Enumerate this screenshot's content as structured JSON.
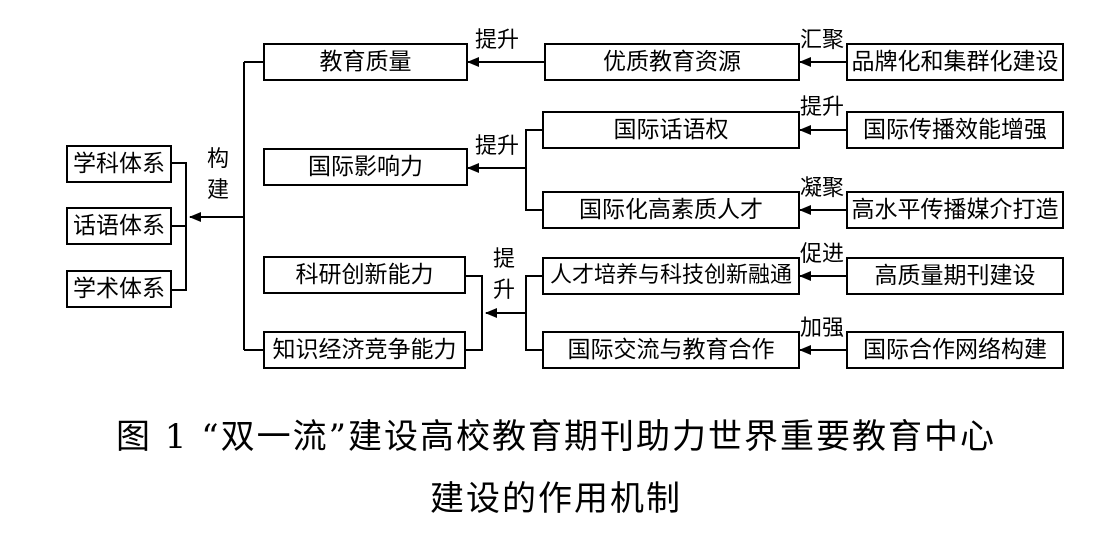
{
  "left": {
    "items": [
      "学科体系",
      "话语体系",
      "学术体系"
    ],
    "connector": [
      "构",
      "建"
    ]
  },
  "mid": {
    "education_quality": "教育质量",
    "intl_influence": "国际影响力",
    "research_innovation": "科研创新能力",
    "knowledge_economy": "知识经济竞争能力"
  },
  "right": {
    "quality_resources": "优质教育资源",
    "discourse_power": "国际话语权",
    "talent": "国际化高素质人才",
    "talent_integration": "人才培养与科技创新融通",
    "exchange_cooperation": "国际交流与教育合作"
  },
  "far": {
    "brand": "品牌化和集群化建设",
    "communication": "国际传播效能增强",
    "media": "高水平传播媒介打造",
    "journal": "高质量期刊建设",
    "network": "国际合作网络构建"
  },
  "labels": {
    "tisheng_1": "提升",
    "huiju": "汇聚",
    "tisheng_2": "提升",
    "tisheng_3": "提升",
    "ningju": "凝聚",
    "tisheng_v": [
      "提",
      "升"
    ],
    "cujin": "促进",
    "jiaqiang": "加强"
  },
  "caption": {
    "line1": "图 1  “双一流”建设高校教育期刊助力世界重要教育中心",
    "line2": "建设的作用机制"
  }
}
